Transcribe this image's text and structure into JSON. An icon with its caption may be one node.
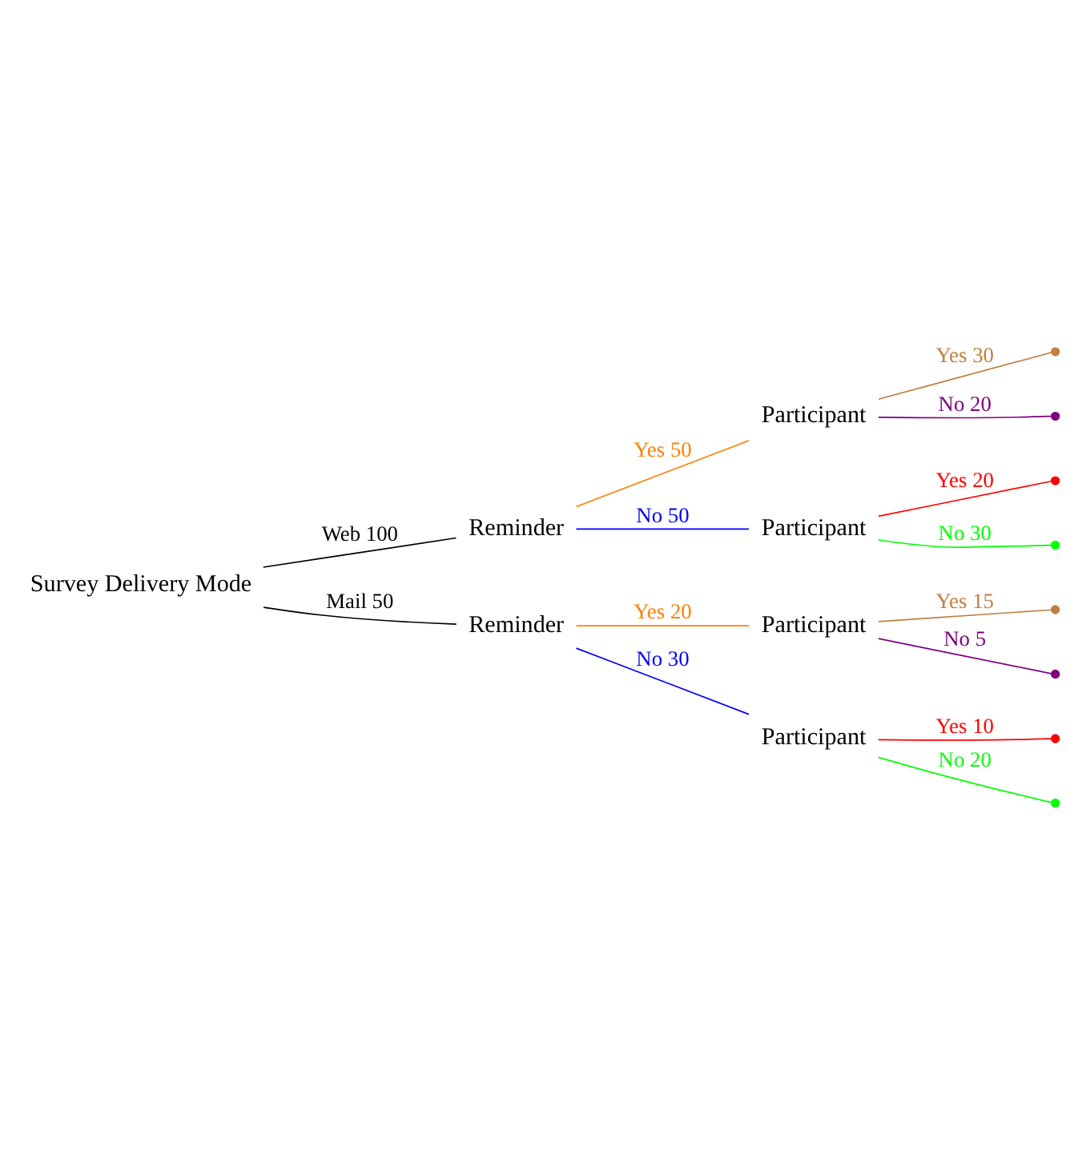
{
  "diagram": {
    "nodes": [
      {
        "text": [
          "Survey Delivery Mode"
        ]
      },
      {
        "text": [
          "Reminder"
        ]
      },
      {
        "text": [
          "Participant"
        ]
      },
      {
        "text": [],
        "shape": "circle"
      },
      {
        "text": [],
        "shape": "circle"
      },
      {
        "text": [
          "Participant"
        ]
      },
      {
        "text": [],
        "shape": "circle"
      },
      {
        "text": [],
        "shape": "circle"
      },
      {
        "text": [
          "Reminder"
        ]
      },
      {
        "text": [
          "Participant"
        ]
      },
      {
        "text": [],
        "shape": "circle"
      },
      {
        "text": [],
        "shape": "circle"
      },
      {
        "text": [
          "Participant"
        ]
      },
      {
        "text": [],
        "shape": "circle"
      },
      {
        "text": [],
        "shape": "circle"
      }
    ],
    "edges": [
      {
        "from": 0,
        "to": 1,
        "arrow": "none",
        "label": "Web 100"
      },
      {
        "from": 1,
        "to": 2,
        "arrow": "none",
        "label": "Yes 50",
        "color": "#ff8000"
      },
      {
        "from": 2,
        "to": 3,
        "arrow": "none",
        "label": "Yes 30",
        "color": "#c08040"
      },
      {
        "from": 2,
        "to": 4,
        "arrow": "none",
        "label": "No 20",
        "color": "#800080"
      },
      {
        "from": 1,
        "to": 5,
        "arrow": "none",
        "label": "No 50",
        "color": "#0000ff"
      },
      {
        "from": 5,
        "to": 6,
        "arrow": "none",
        "label": "Yes 20",
        "color": "#ff0000"
      },
      {
        "from": 5,
        "to": 7,
        "arrow": "none",
        "label": "No 30",
        "color": "#00ff00"
      },
      {
        "from": 0,
        "to": 8,
        "arrow": "none",
        "label": "Mail 50"
      },
      {
        "from": 8,
        "to": 9,
        "arrow": "none",
        "label": "Yes 20",
        "color": "#ff8000"
      },
      {
        "from": 9,
        "to": 10,
        "arrow": "none",
        "label": "Yes 15",
        "color": "#c08040"
      },
      {
        "from": 9,
        "to": 11,
        "arrow": "none",
        "label": "No 5",
        "color": "#800080"
      },
      {
        "from": 8,
        "to": 12,
        "arrow": "none",
        "label": "No 30",
        "color": "#0000ff"
      },
      {
        "from": 12,
        "to": 13,
        "arrow": "none",
        "label": "Yes 10",
        "color": "#ff0000"
      },
      {
        "from": 12,
        "to": 14,
        "arrow": "none",
        "label": "No 20",
        "color": "#00ff00"
      }
    ]
  }
}
